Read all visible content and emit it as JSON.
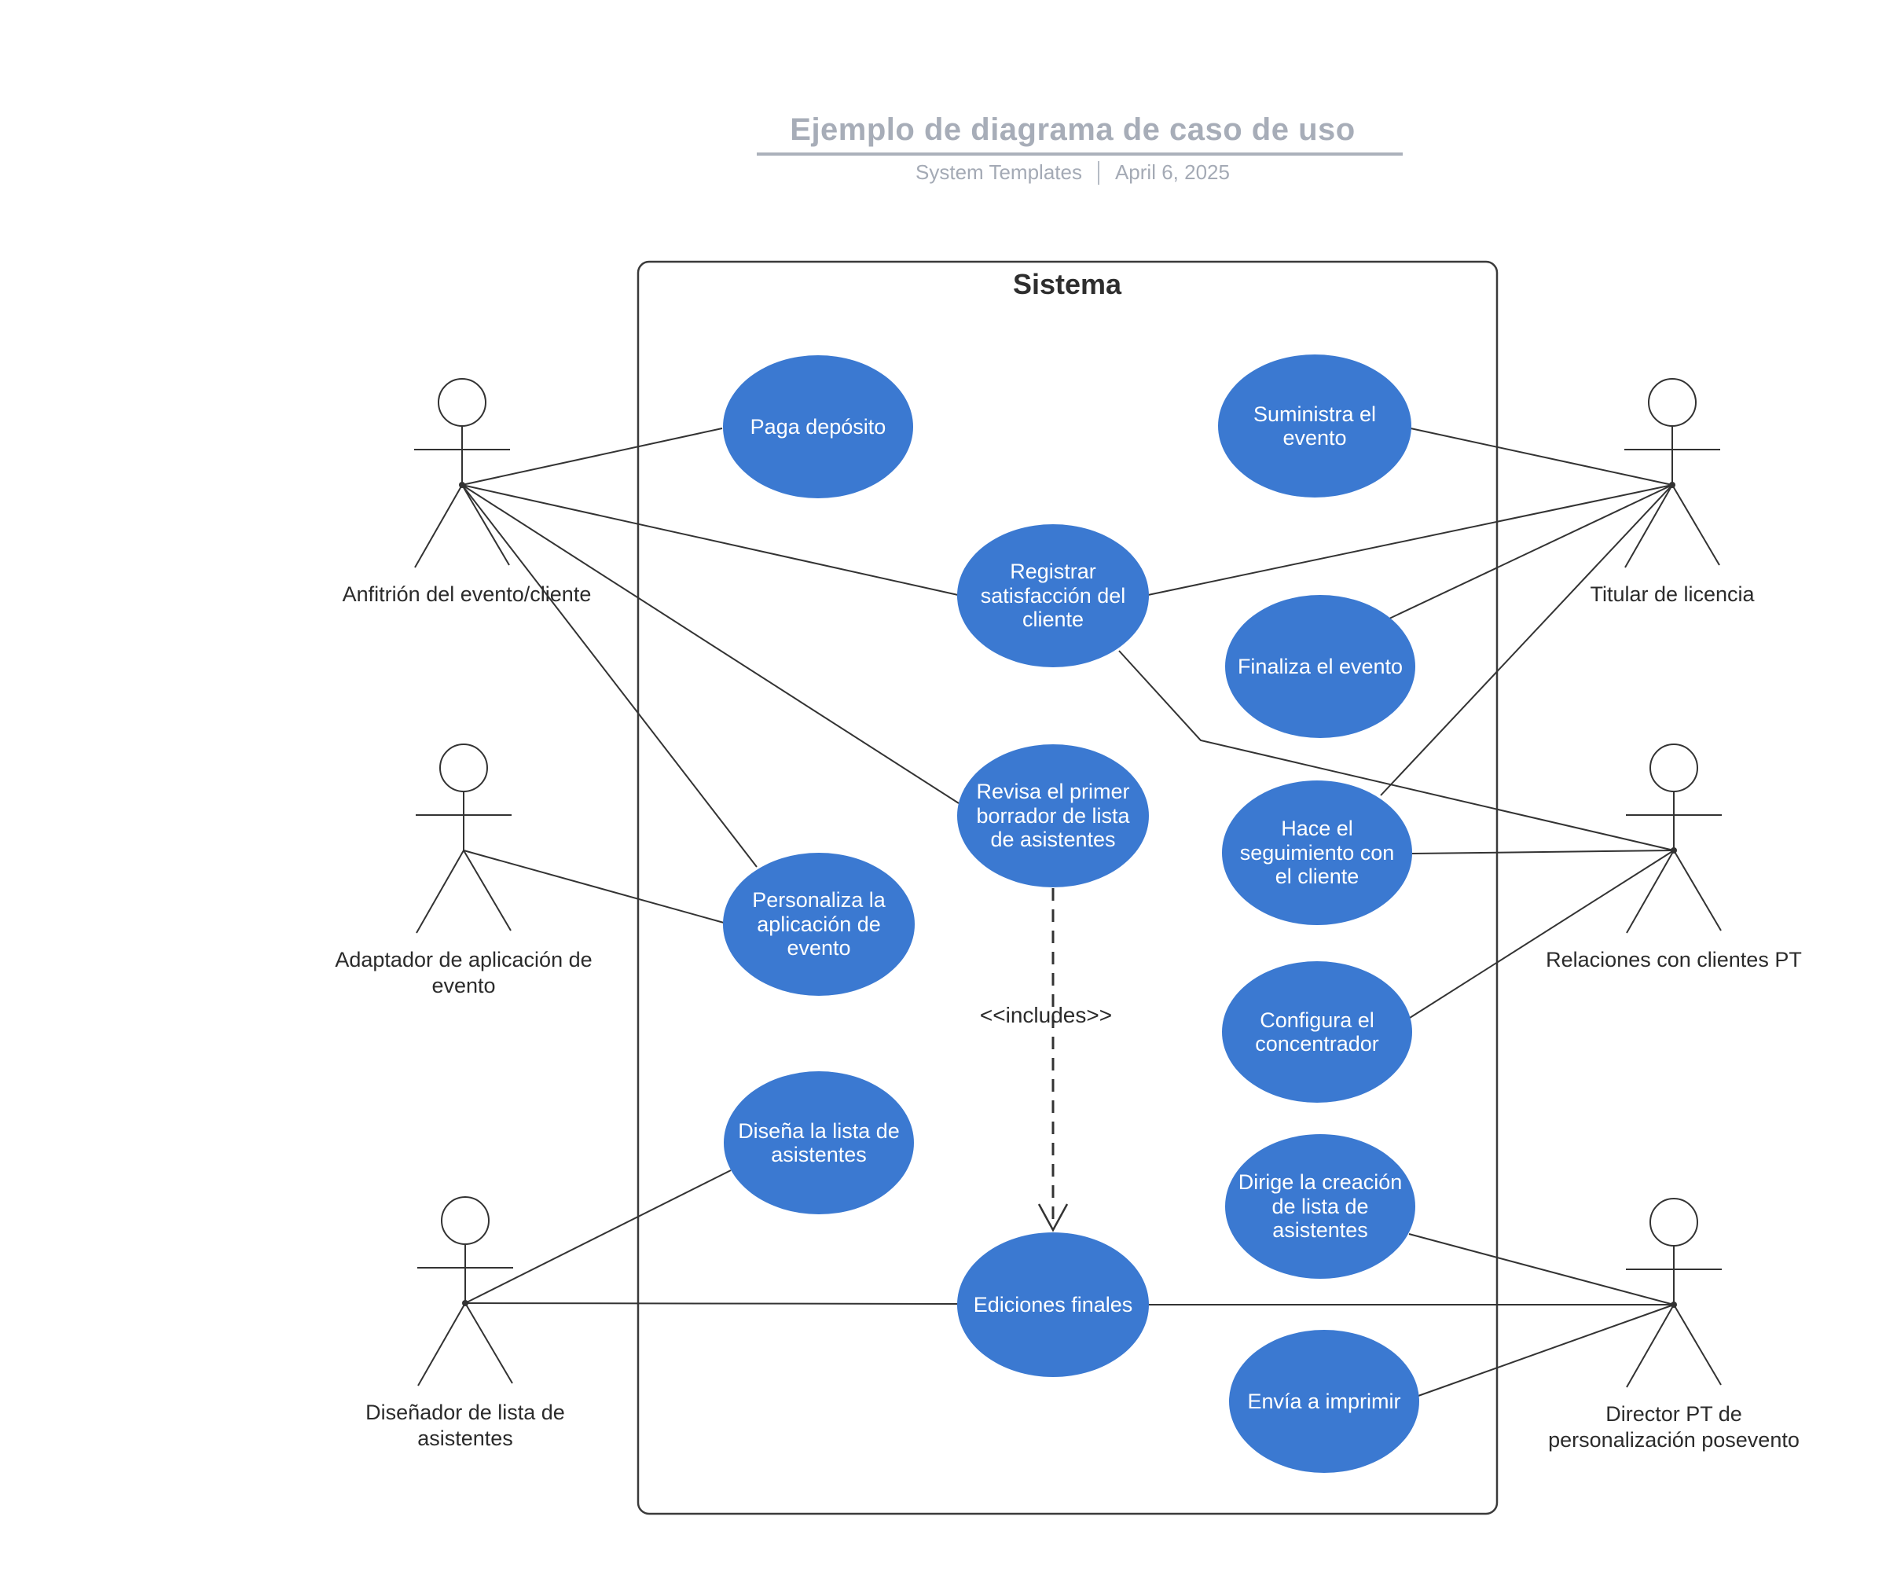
{
  "header": {
    "title": "Ejemplo de diagrama de caso de uso",
    "source": "System Templates",
    "date": "April 6, 2025"
  },
  "system": {
    "label": "Sistema"
  },
  "use_cases": [
    {
      "id": "paga-deposito",
      "label": "Paga depósito"
    },
    {
      "id": "suministra-evento",
      "label": "Suministra el evento"
    },
    {
      "id": "registrar-satisfaccion",
      "label": "Registrar satisfacción del cliente"
    },
    {
      "id": "finaliza-evento",
      "label": "Finaliza el evento"
    },
    {
      "id": "revisa-borrador",
      "label": "Revisa el primer borrador de lista de asistentes"
    },
    {
      "id": "hace-seguimiento",
      "label": "Hace el seguimiento con el cliente"
    },
    {
      "id": "personaliza-aplicacion",
      "label": "Personaliza la aplicación de evento"
    },
    {
      "id": "configura-concentrador",
      "label": "Configura el concentrador"
    },
    {
      "id": "disena-lista",
      "label": "Diseña la lista de asistentes"
    },
    {
      "id": "dirige-creacion",
      "label": "Dirige la creación de lista de asistentes"
    },
    {
      "id": "ediciones-finales",
      "label": "Ediciones finales"
    },
    {
      "id": "envia-imprimir",
      "label": "Envía a imprimir"
    }
  ],
  "actors": [
    {
      "id": "anfitrion",
      "label": "Anfitrión del evento/cliente"
    },
    {
      "id": "adaptador",
      "label": "Adaptador de aplicación de evento"
    },
    {
      "id": "disenador",
      "label": "Diseñador de lista de asistentes"
    },
    {
      "id": "titular",
      "label": "Titular de licencia"
    },
    {
      "id": "relaciones",
      "label": "Relaciones con clientes PT"
    },
    {
      "id": "director",
      "label": "Director PT de personalización posevento"
    }
  ],
  "relationships": {
    "includes_label": "<<includes>>"
  },
  "colors": {
    "use_case_fill": "#3b79d1",
    "use_case_text": "#ffffff",
    "connector": "#333333",
    "boundary_stroke": "#3a3a3a",
    "title_text": "#a7adb8",
    "label_text": "#2b2b2b"
  }
}
